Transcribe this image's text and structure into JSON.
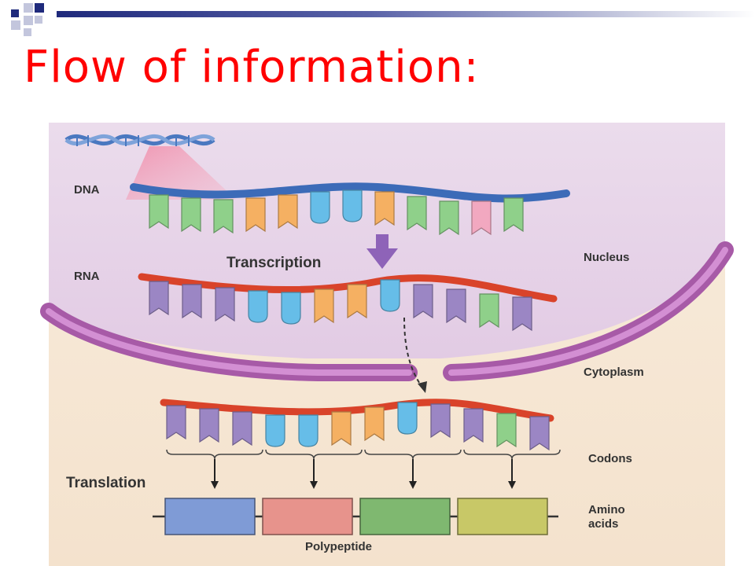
{
  "slide": {
    "title": "Flow of information:"
  },
  "figure": {
    "labels": {
      "dna": "DNA",
      "rna": "RNA",
      "transcription": "Transcription",
      "nucleus": "Nucleus",
      "cytoplasm": "Cytoplasm",
      "codons": "Codons",
      "translation": "Translation",
      "amino_line1": "Amino",
      "amino_line2": "acids",
      "polypeptide": "Polypeptide"
    },
    "colors": {
      "title": "#ff0000",
      "nucleus_fill": "#eadcec",
      "cytoplasm_fill": "#f8eada",
      "membrane": "#a75aa7",
      "dna_strand": "#3c6bb8",
      "rna_strand": "#d9432a",
      "base_green": "#8fd08a",
      "base_orange": "#f5b062",
      "base_blue": "#66bde8",
      "base_pink": "#f2a8c0",
      "base_purple": "#9b86c4",
      "amino_blue": "#7f9bd6",
      "amino_red": "#e7938c",
      "amino_green": "#7fb870",
      "amino_olive": "#c8c867"
    },
    "dna_bases": [
      "green",
      "green",
      "green",
      "orange",
      "orange",
      "blue",
      "blue",
      "orange",
      "green",
      "green",
      "pink",
      "green"
    ],
    "rna_bases": [
      "purple",
      "purple",
      "purple",
      "blue",
      "blue",
      "orange",
      "orange",
      "blue",
      "purple",
      "purple",
      "green",
      "purple"
    ],
    "mrna_bases": [
      "purple",
      "purple",
      "purple",
      "blue",
      "blue",
      "orange",
      "orange",
      "blue",
      "purple",
      "purple",
      "green",
      "purple"
    ],
    "amino_acids": [
      "blue",
      "red",
      "green",
      "olive"
    ]
  }
}
